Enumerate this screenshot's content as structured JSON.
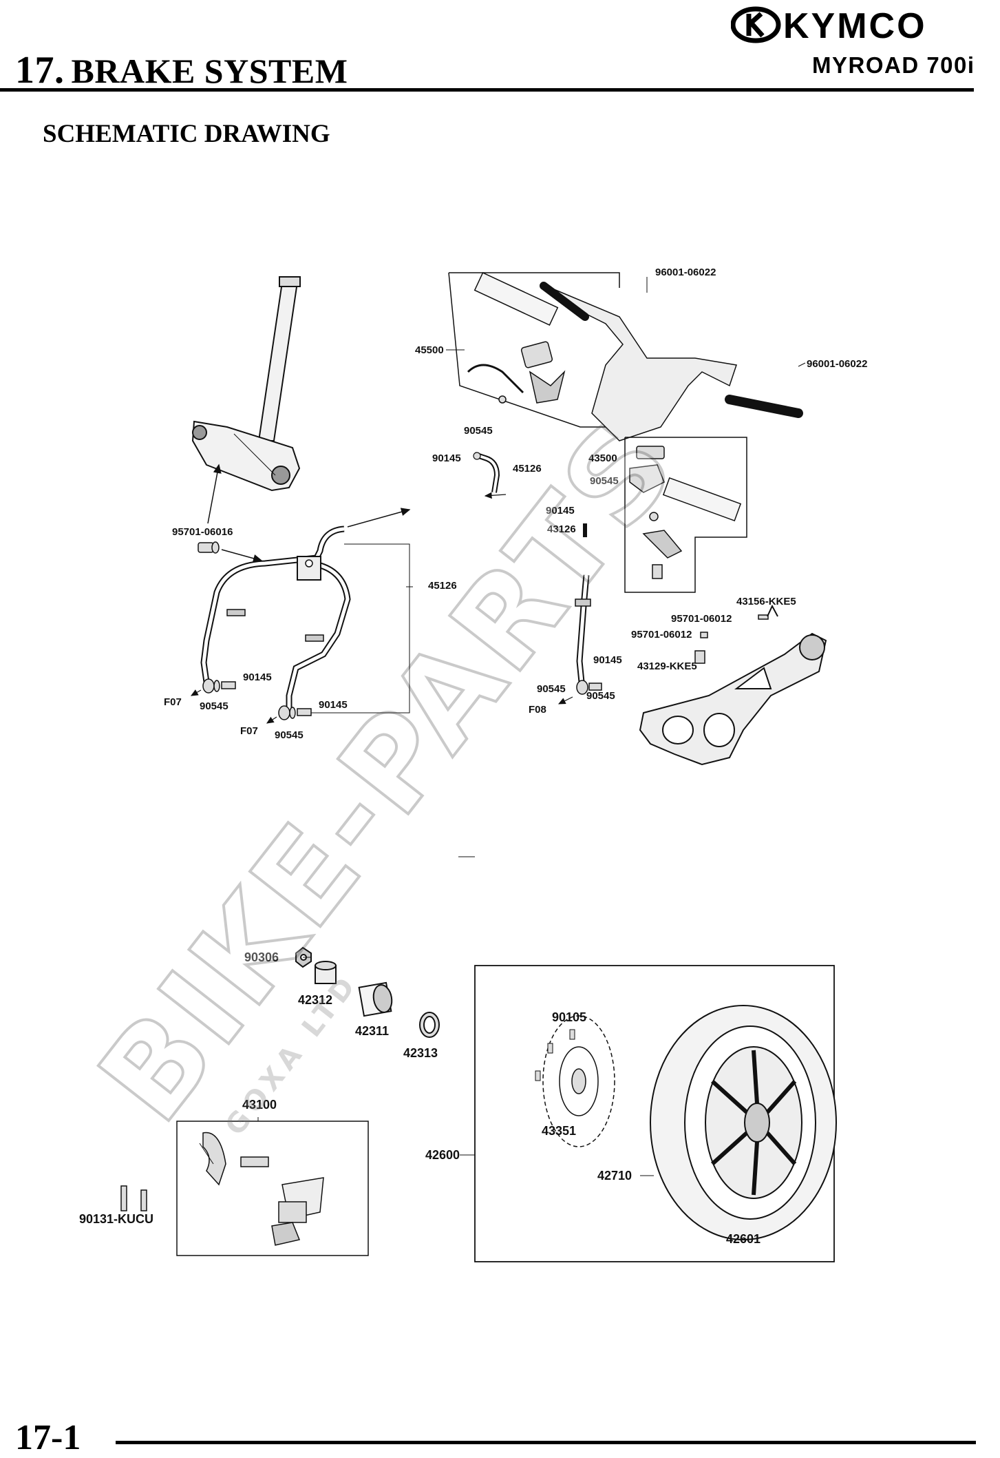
{
  "header": {
    "chapter_number": "17.",
    "chapter_title": "BRAKE SYSTEM",
    "brand": "KYMCO",
    "model": "MYROAD 700i"
  },
  "section": {
    "title": "SCHEMATIC DRAWING"
  },
  "footer": {
    "page_number": "17-1"
  },
  "watermark": {
    "text": "BIKE-PARTS",
    "subtext": "GOXA LTD"
  },
  "parts": {
    "p96001_a": "96001-06022",
    "p96001_b": "96001-06022",
    "p45500": "45500",
    "p90545_a": "90545",
    "p90145_a": "90145",
    "p45126_a": "45126",
    "p43500": "43500",
    "p90545_b": "90545",
    "p90145_b": "90145",
    "p43126": "43126",
    "p95701_06016": "95701-06016",
    "p45126_b": "45126",
    "p43156": "43156-KKE5",
    "p95701_06012_a": "95701-06012",
    "p95701_06012_b": "95701-06012",
    "p43129": "43129-KKE5",
    "p90145_c": "90145",
    "p90145_d": "90145",
    "p90145_e": "90145",
    "p90545_c": "90545",
    "p90545_d": "90545",
    "p90545_e": "90545",
    "p90545_f": "90545",
    "pF07_a": "F07",
    "pF07_b": "F07",
    "pF08": "F08",
    "p90306": "90306",
    "p42312": "42312",
    "p42311": "42311",
    "p42313": "42313",
    "p90105": "90105",
    "p43100": "43100",
    "p43351": "43351",
    "p42600": "42600",
    "p42710": "42710",
    "p42601": "42601",
    "p90131": "90131-KUCU"
  }
}
